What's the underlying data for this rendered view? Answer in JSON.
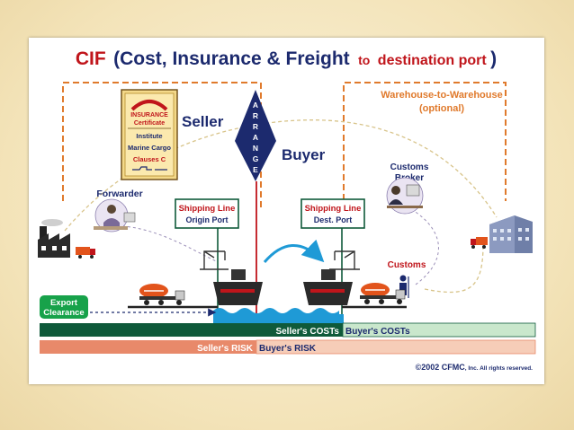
{
  "title": {
    "cif": "CIF",
    "main": "(Cost, Insurance & Freight",
    "to": "to",
    "dest": "destination port",
    "close": ")"
  },
  "labels": {
    "warehouse_line1": "Warehouse-to-Warehouse",
    "warehouse_line2": "(optional)",
    "seller": "Seller",
    "buyer": "Buyer",
    "arrange": [
      "A",
      "R",
      "R",
      "A",
      "N",
      "G",
      "E"
    ],
    "insurance_certificate": [
      "INSURANCE",
      "Certificate"
    ],
    "insurance_body": [
      "Institute",
      "Marine Cargo",
      "Clauses C"
    ],
    "forwarder": "Forwarder",
    "customs_broker": [
      "Customs",
      "Broker"
    ],
    "customs": "Customs",
    "shipping_origin": [
      "Shipping Line",
      "Origin Port"
    ],
    "shipping_dest": [
      "Shipping Line",
      "Dest. Port"
    ],
    "export_clearance": [
      "Export",
      "Clearance"
    ],
    "sellers_costs": "Seller's COSTs",
    "buyers_costs": "Buyer's COSTs",
    "sellers_risk": "Seller's RISK",
    "buyers_risk": "Buyer's RISK",
    "copyright": "©2002 CFMC",
    "copyright_small": ", Inc. All rights reserved."
  },
  "colors": {
    "cif_red": "#c0151b",
    "navy": "#1c2a6e",
    "dark_green": "#0f5a3a",
    "light_green": "#c9e7cc",
    "salmon": "#e8896a",
    "light_salmon": "#f6cdb8",
    "orange_dash": "#e07a2c",
    "water_blue": "#1f9ad6"
  }
}
